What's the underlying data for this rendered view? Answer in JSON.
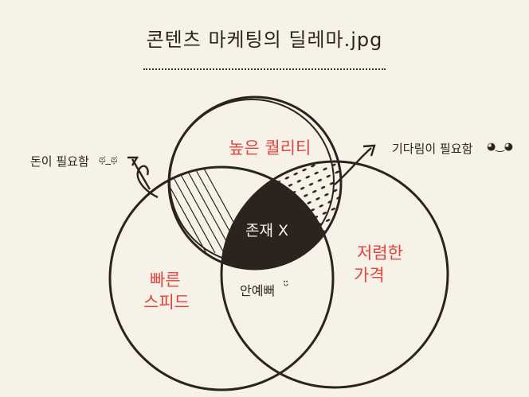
{
  "title": "콘텐츠 마케팅의 딜레마.jpg",
  "circles": {
    "top": "높은 퀄리티",
    "left_line1": "빠른",
    "left_line2": "스피드",
    "right_line1": "저렴한",
    "right_line2": "가격"
  },
  "center": "존재 X",
  "bottom_overlap": "안예뻐",
  "bottom_overlap_face": "ᵕ̈",
  "callouts": {
    "left": "돈이 필요함",
    "left_face": "ಥ_ಥ",
    "right": "기다림이 필요함",
    "right_face": "◕‿◕"
  },
  "colors": {
    "background": "#f6f2e8",
    "ink": "#2b241e",
    "accent_red": "#e2443e"
  }
}
